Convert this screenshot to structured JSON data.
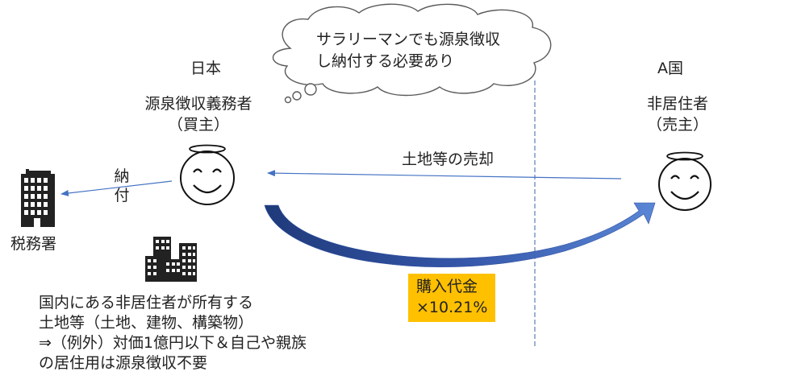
{
  "thought_bubble": {
    "lines": [
      "サラリーマンでも源泉徴収",
      "し納付する必要あり"
    ]
  },
  "japan": {
    "country": "日本",
    "role_lines": [
      "源泉徴収義務者",
      "（買主）"
    ]
  },
  "country_a": {
    "country": "A国",
    "role_lines": [
      "非居住者",
      "（売主）"
    ]
  },
  "tax_office": {
    "label": "税務署"
  },
  "payment": {
    "label_lines": [
      "納",
      "付"
    ]
  },
  "sale": {
    "label": "土地等の売却"
  },
  "price": {
    "lines": [
      "購入代金",
      "×10.21%"
    ]
  },
  "note": {
    "lines": [
      "国内にある非居住者が所有する",
      "土地等（土地、建物、構築物）",
      "⇒（例外）対価1億円以下＆自己や親族",
      "の居住用は源泉徴収不要"
    ]
  },
  "colors": {
    "arrow_blue": "#4472c4",
    "curve_dark": "#2e4f9e",
    "price_box": "#ffc000",
    "divider": "#5b7fb5"
  },
  "icons": [
    "cloud-bubble",
    "smiley-halo-buyer",
    "smiley-halo-seller",
    "office-building-icon",
    "city-buildings-icon"
  ]
}
